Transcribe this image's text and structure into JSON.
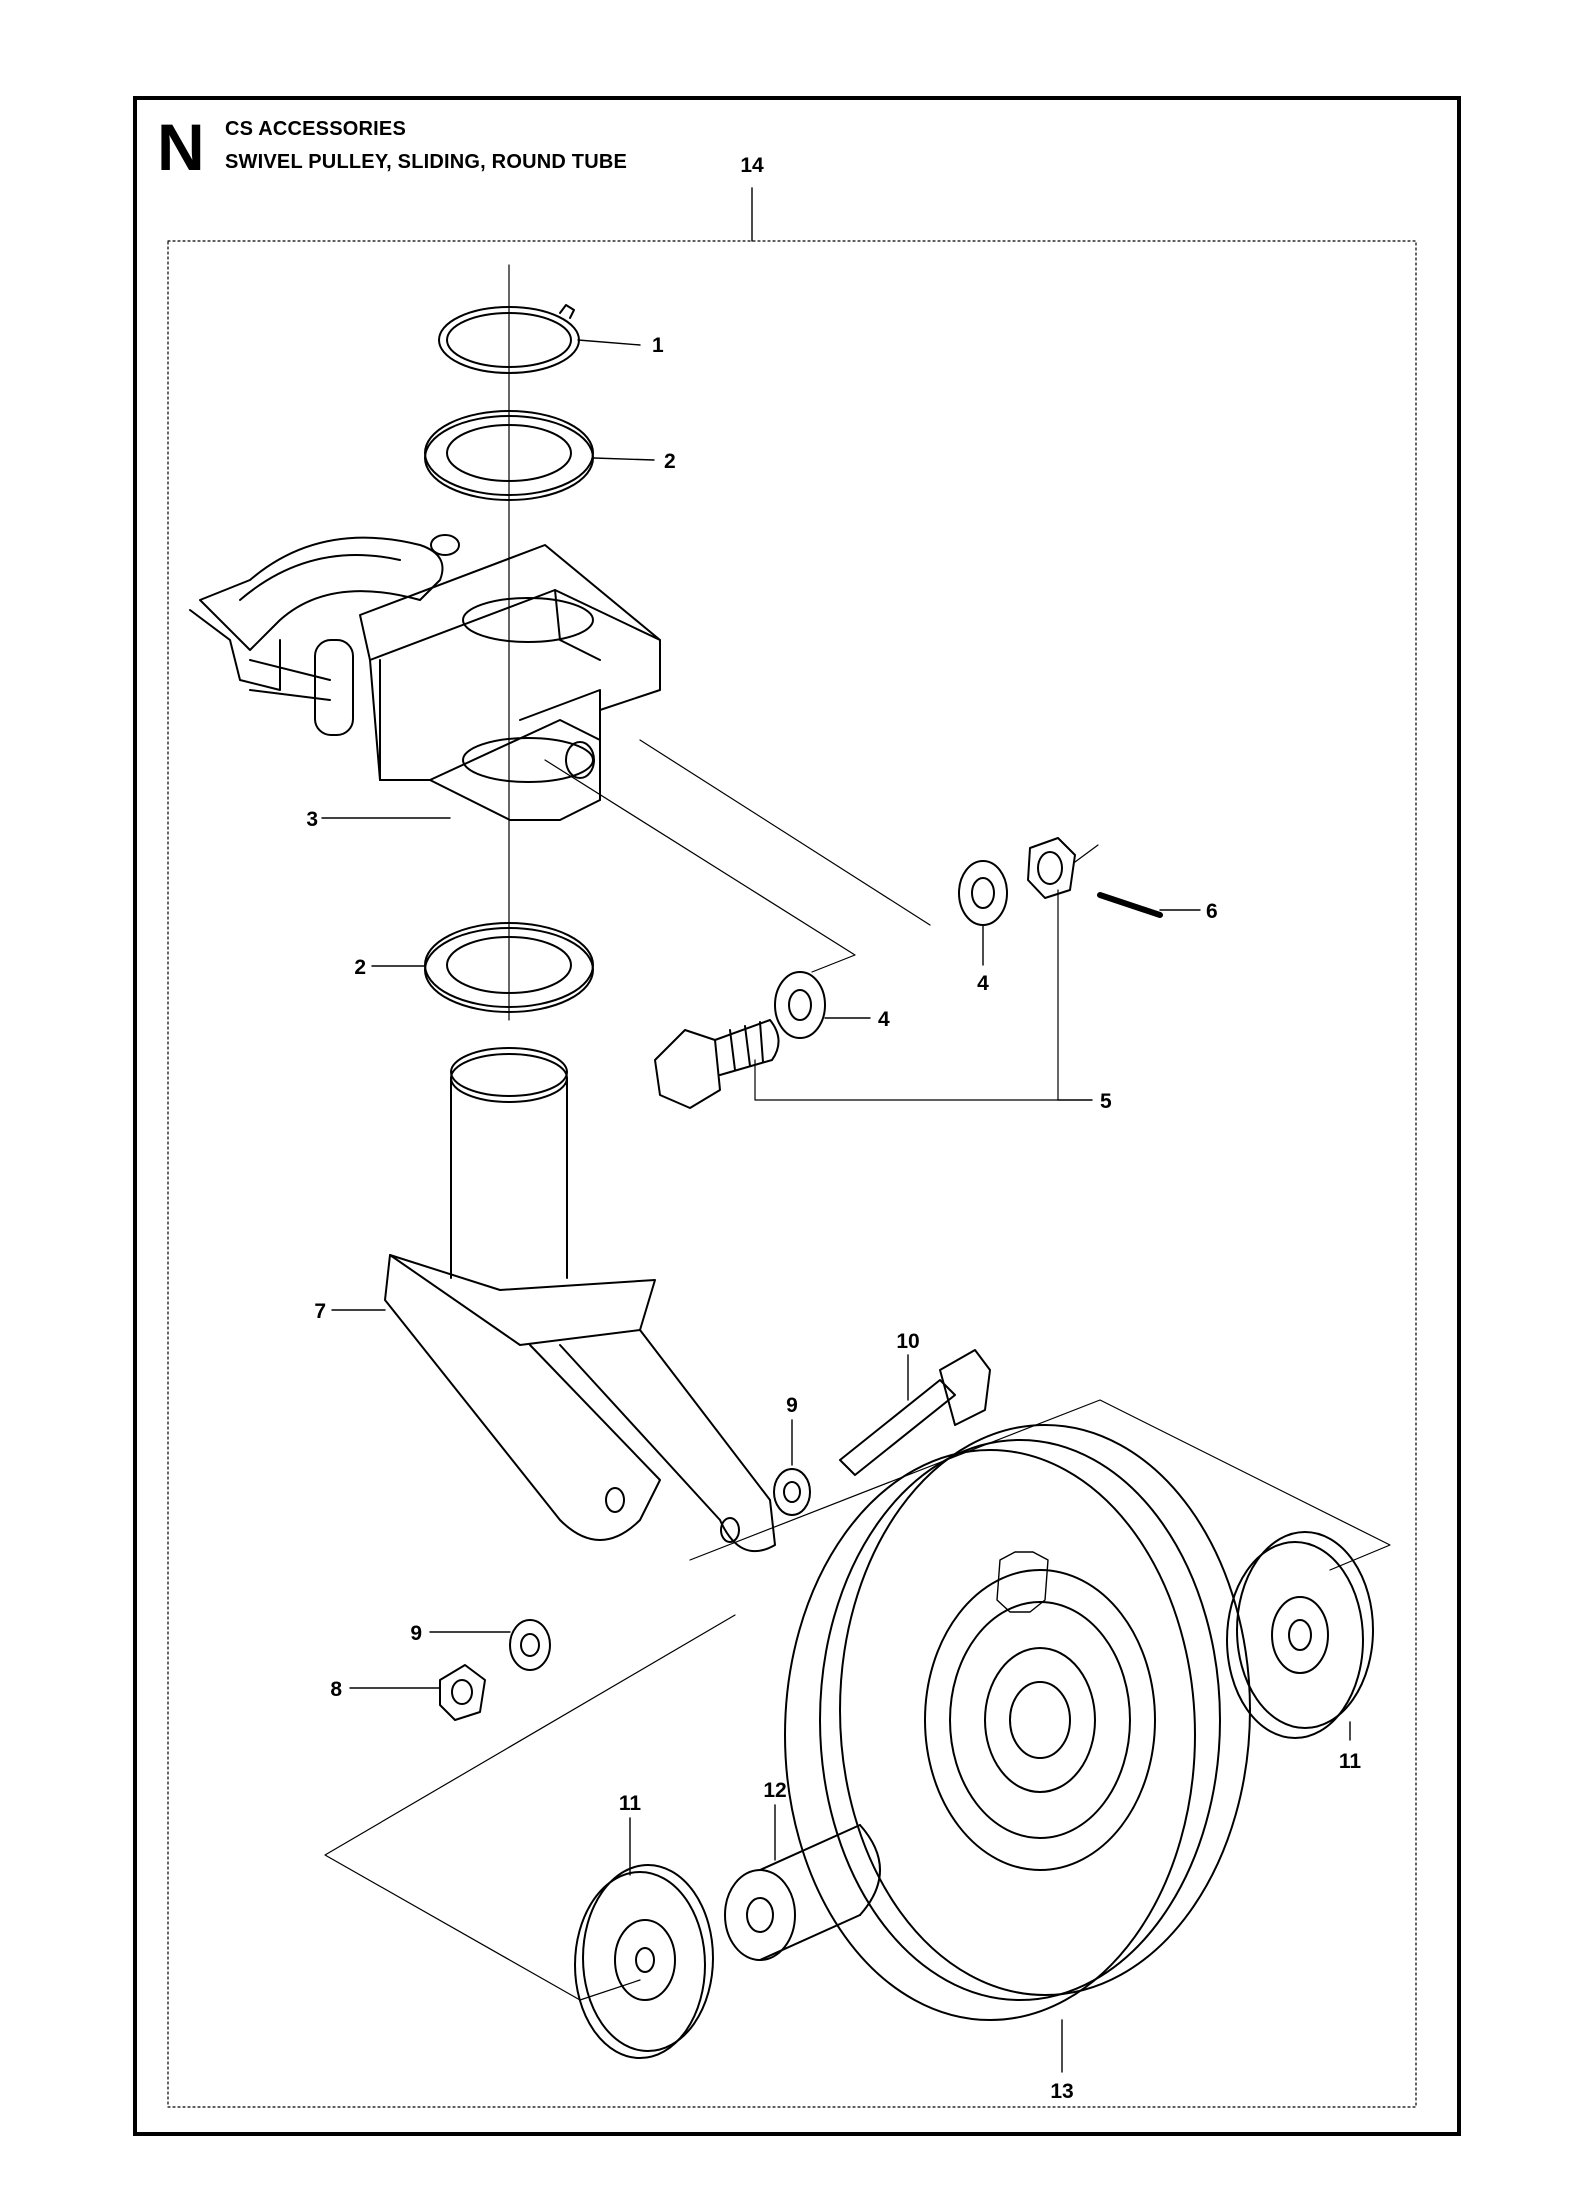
{
  "header": {
    "section_letter": "N",
    "category": "CS ACCESSORIES",
    "assembly_title": "SWIVEL PULLEY, SLIDING, ROUND TUBE"
  },
  "callouts": {
    "c14": "14",
    "c1": "1",
    "c2a": "2",
    "c2b": "2",
    "c3": "3",
    "c4a": "4",
    "c4b": "4",
    "c5": "5",
    "c6": "6",
    "c7": "7",
    "c8": "8",
    "c9a": "9",
    "c9b": "9",
    "c10": "10",
    "c11a": "11",
    "c11b": "11",
    "c12": "12",
    "c13": "13"
  }
}
